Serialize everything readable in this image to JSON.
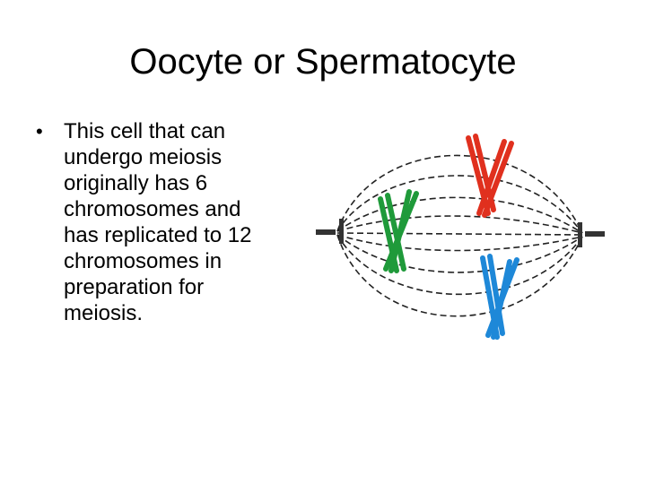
{
  "slide": {
    "title": "Oocyte or Spermatocyte",
    "bullets": [
      {
        "marker": "•",
        "lines": [
          "This cell that can",
          "undergo meiosis",
          "originally has 6",
          "chromosomes and",
          "has replicated to 12",
          "chromosomes in",
          "preparation for",
          "meiosis."
        ]
      }
    ]
  },
  "diagram": {
    "colors": {
      "spindle": "#222222",
      "chromosome_red": "#e0301e",
      "chromosome_green": "#1f9a3a",
      "chromosome_blue": "#1e88d8"
    },
    "chromosome_count_original": 6,
    "chromosome_count_replicated": 12
  }
}
